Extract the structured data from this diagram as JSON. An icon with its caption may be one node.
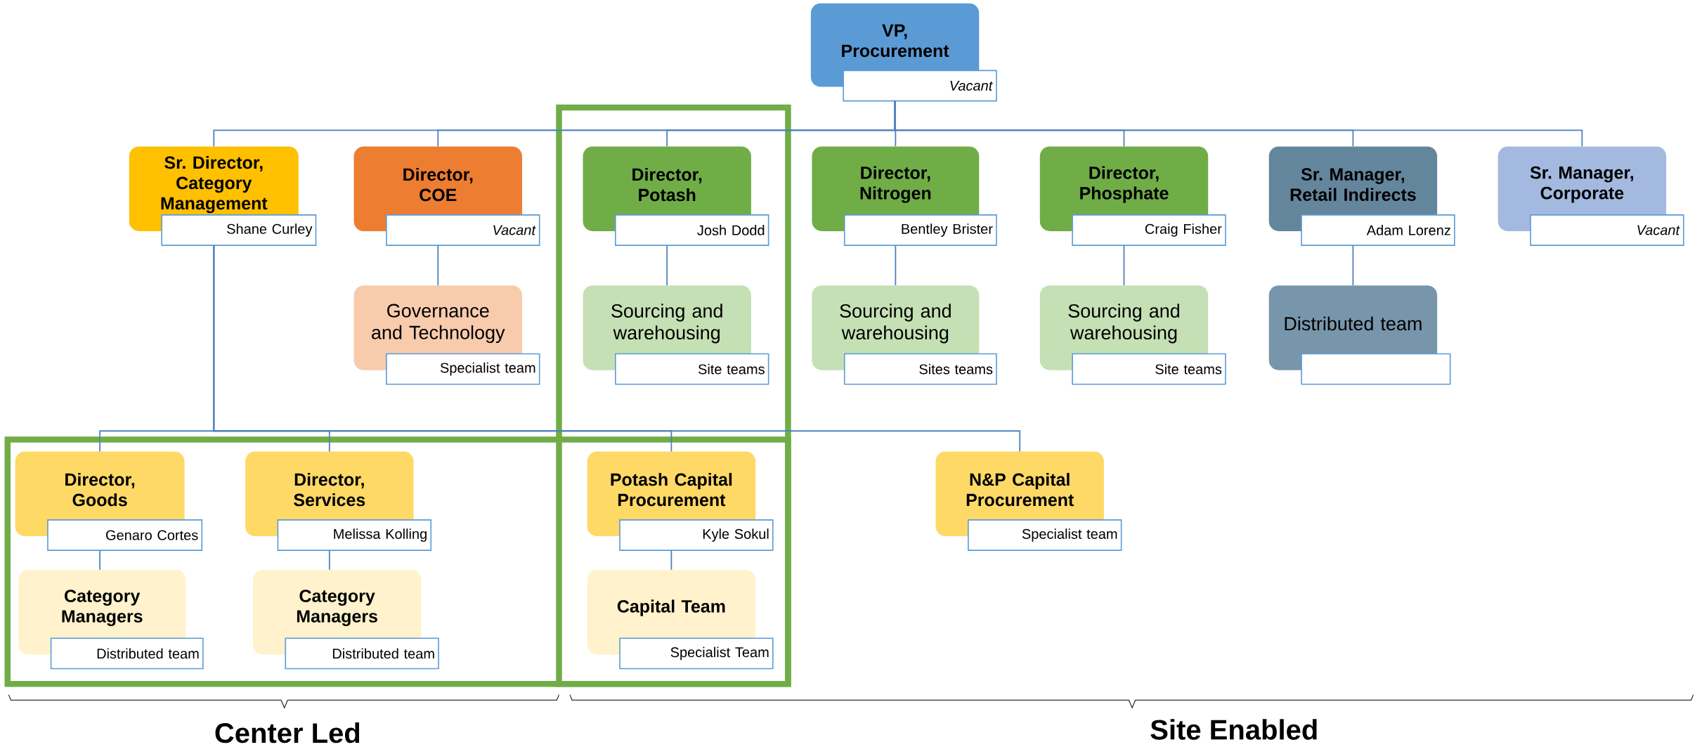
{
  "diagram": {
    "nodes": [
      {
        "text": [
          "VP, Procurement",
          "*Vacant*"
        ]
      },
      {
        "text": [
          "Sr. Director, Category Management",
          "Shane Curley"
        ]
      },
      {
        "text": [
          "Director, COE",
          "*Vacant*"
        ]
      },
      {
        "text": [
          "Director, Potash",
          "Josh Dodd"
        ]
      },
      {
        "text": [
          "Director, Nitrogen",
          "Bentley Brister"
        ]
      },
      {
        "text": [
          "Director, Phosphate",
          "Craig Fisher"
        ]
      },
      {
        "text": [
          "Sr. Manager, Retail Indirects",
          "Adam Lorenz"
        ]
      },
      {
        "text": [
          "Sr. Manager, Corporate",
          "*Vacant*"
        ]
      },
      {
        "text": [
          "Governance and Technology",
          "Specialist team"
        ]
      },
      {
        "text": [
          "Sourcing and warehousing",
          "Site teams"
        ]
      },
      {
        "text": [
          "Sourcing and warehousing",
          "Sites teams"
        ]
      },
      {
        "text": [
          "Sourcing and warehousing",
          "Site teams"
        ]
      },
      {
        "text": [
          "Distributed team"
        ]
      },
      {
        "text": [
          "Director, Goods",
          "Genaro Cortes"
        ]
      },
      {
        "text": [
          "Director, Services",
          "Melissa Kolling"
        ]
      },
      {
        "text": [
          "Potash Capital Procurement",
          "Kyle Sokul"
        ]
      },
      {
        "text": [
          "N&P Capital Procurement",
          "Specialist team"
        ]
      },
      {
        "text": [
          "Category Managers",
          "Distributed team"
        ]
      },
      {
        "text": [
          "Category Managers",
          "Distributed team"
        ]
      },
      {
        "text": [
          "Capital Team",
          "Specialist Team"
        ]
      }
    ],
    "edges": [
      {
        "from": 0,
        "to": 1,
        "arrow": "none"
      },
      {
        "from": 0,
        "to": 2,
        "arrow": "none"
      },
      {
        "from": 0,
        "to": 3,
        "arrow": "none"
      },
      {
        "from": 0,
        "to": 4,
        "arrow": "none"
      },
      {
        "from": 0,
        "to": 5,
        "arrow": "none"
      },
      {
        "from": 0,
        "to": 6,
        "arrow": "none"
      },
      {
        "from": 0,
        "to": 7,
        "arrow": "none"
      },
      {
        "from": 2,
        "to": 8,
        "arrow": "none"
      },
      {
        "from": 3,
        "to": 9,
        "arrow": "none"
      },
      {
        "from": 4,
        "to": 10,
        "arrow": "none"
      },
      {
        "from": 5,
        "to": 11,
        "arrow": "none"
      },
      {
        "from": 6,
        "to": 12,
        "arrow": "none"
      },
      {
        "from": 1,
        "to": 13,
        "arrow": "none"
      },
      {
        "from": 1,
        "to": 14,
        "arrow": "none"
      },
      {
        "from": 1,
        "to": 15,
        "arrow": "none"
      },
      {
        "from": 1,
        "to": 16,
        "arrow": "none"
      },
      {
        "from": 13,
        "to": 17,
        "arrow": "none"
      },
      {
        "from": 14,
        "to": 18,
        "arrow": "none"
      },
      {
        "from": 15,
        "to": 19,
        "arrow": "none"
      }
    ],
    "labels": [
      "Center Led",
      "Site Enabled"
    ]
  }
}
